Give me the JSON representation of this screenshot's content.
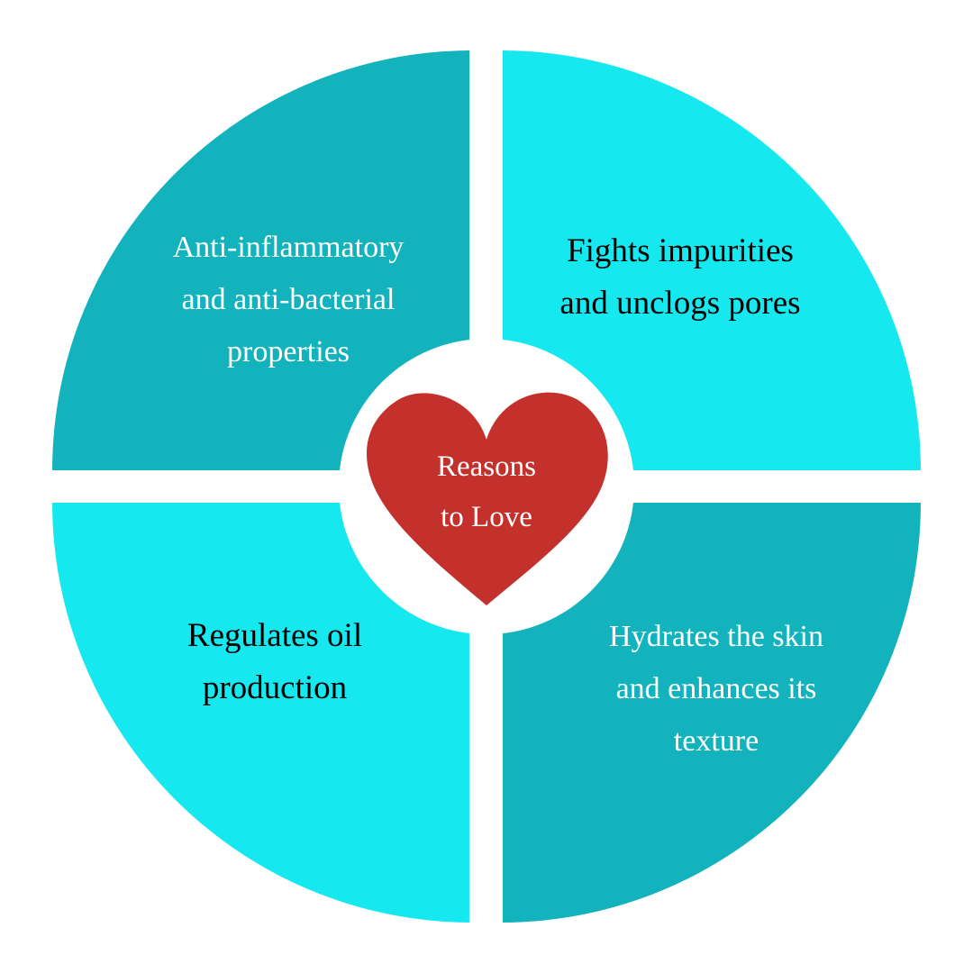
{
  "colors": {
    "dark_teal": "#12b3bd",
    "light_cyan": "#16e8f0",
    "heart_red": "#c4302b"
  },
  "center": {
    "line1": "Reasons",
    "line2": "to Love"
  },
  "quadrants": [
    {
      "position": "top-left",
      "lines": [
        "Anti-inflammatory",
        "and anti-bacterial",
        "properties"
      ]
    },
    {
      "position": "top-right",
      "lines": [
        "Fights impurities",
        "and unclogs pores"
      ]
    },
    {
      "position": "bottom-left",
      "lines": [
        "Regulates oil",
        "production"
      ]
    },
    {
      "position": "bottom-right",
      "lines": [
        "Hydrates the skin",
        "and enhances its",
        "texture"
      ]
    }
  ]
}
